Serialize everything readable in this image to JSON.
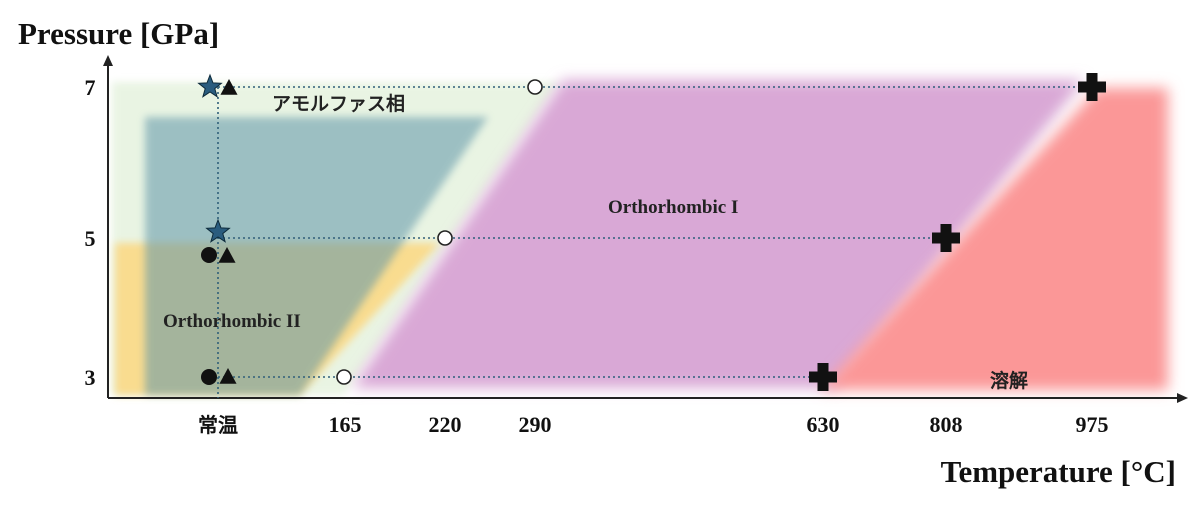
{
  "chart_data": {
    "type": "scatter",
    "xlabel": "Temperature [°C]",
    "ylabel": "Pressure [GPa]",
    "x_tick_labels": [
      "常温",
      "165",
      "220",
      "290",
      "630",
      "808",
      "975"
    ],
    "y_tick_labels": [
      "3",
      "5",
      "7"
    ],
    "regions": [
      {
        "label": "アモルファス相",
        "color": "#e6f2e0"
      },
      {
        "label": "Orthorhombic I",
        "color": "#d9a6d4"
      },
      {
        "label": "Orthorhombic II",
        "color": "#f7d98a"
      },
      {
        "label": "溶解",
        "color": "#fb9a9a"
      }
    ],
    "isobars": [
      {
        "pressure": 3,
        "markers": [
          {
            "temperature": "常温",
            "symbols": [
              "circle-filled",
              "triangle"
            ]
          },
          {
            "temperature": 165,
            "symbols": [
              "circle-open"
            ]
          },
          {
            "temperature": 630,
            "symbols": [
              "cross"
            ]
          }
        ]
      },
      {
        "pressure": 5,
        "markers": [
          {
            "temperature": "常温",
            "symbols": [
              "star",
              "circle-filled",
              "triangle"
            ]
          },
          {
            "temperature": 220,
            "symbols": [
              "circle-open"
            ]
          },
          {
            "temperature": 808,
            "symbols": [
              "cross"
            ]
          }
        ]
      },
      {
        "pressure": 7,
        "markers": [
          {
            "temperature": "常温",
            "symbols": [
              "star",
              "triangle"
            ]
          },
          {
            "temperature": 290,
            "symbols": [
              "circle-open"
            ]
          },
          {
            "temperature": 975,
            "symbols": [
              "cross"
            ]
          }
        ]
      }
    ]
  }
}
